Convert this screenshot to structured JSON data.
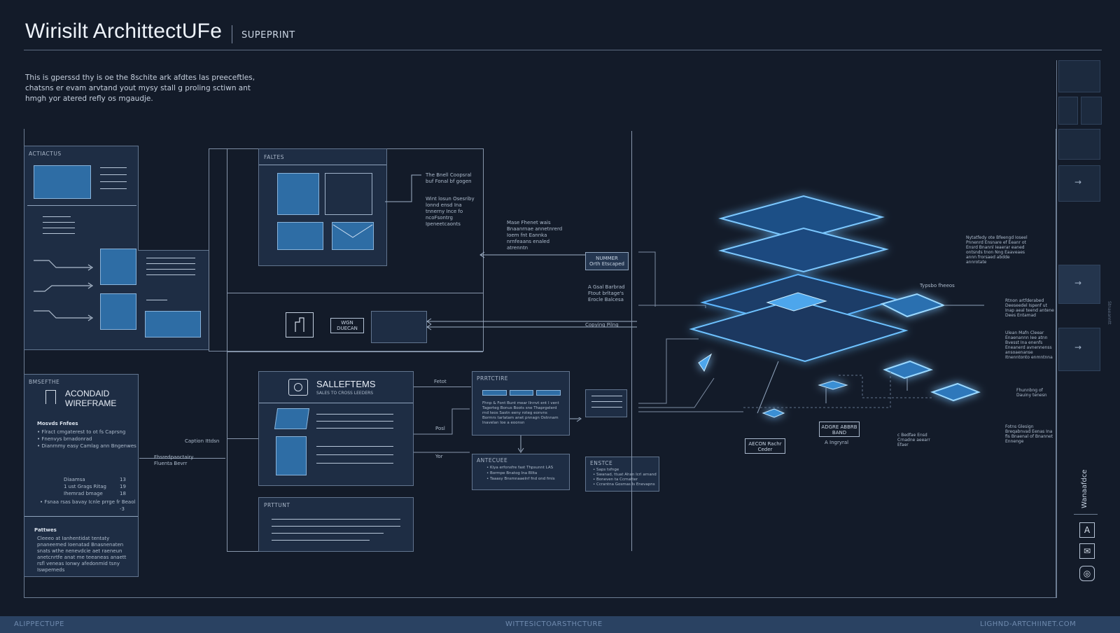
{
  "header": {
    "title": "Wirisilt ArchittectUFe",
    "subtitle": "SUPEPRINT",
    "intro": "This is gperssd thy is oe the 8schite ark afdtes las preeceftles, chatsns er evam arvtand yout mysy stall g proling sctiwn ant hmgh yor atered refly os mgaudje."
  },
  "left_top_panel": {
    "label": "ACTIACTUS"
  },
  "left_bottom_panel": {
    "label": "BMSEFTHE",
    "title_line1": "ACONDAID",
    "title_line2": "WIREFRAME",
    "section_title": "Mosvds Fnfees",
    "bullets": [
      "Flract cmgaterest to ot fs Caprsng",
      "Fnenvys brnadonrad",
      "Dianrnmy easy Camlag ann Bngenwes"
    ],
    "rows": [
      {
        "label": "Diaamsa",
        "value": "13"
      },
      {
        "label": "1 ust Grags Ritag",
        "value": "19"
      },
      {
        "label": "Ihemrad bmage",
        "value": "18"
      }
    ],
    "footer_bullet": "Fsnaa rsas bavay Icnle prrge fr Beaol",
    "footer_value": "-3"
  },
  "left_notes": {
    "label": "Pattwes",
    "text": "Cleeeo at Ianhentidat tentaty pnaneemed Ioenatad Bnasnenaten snats wthe nenevdcie aet raeneun anetcnrtfe anat me teeaneas anaett rsfl veneas Ionwy afedonmid tsny Iswpemeds"
  },
  "top_center_panel": {
    "label": "FALTES"
  },
  "sales_panel": {
    "title": "SALLEFTEMS",
    "subtitle": "SALES TO CROSS LEEDERS"
  },
  "bottom_center_panel": {
    "label": "PRTTUNT"
  },
  "mid_nodes": {
    "node1": "WGN DUECAN",
    "node2_line1": "NUMMER",
    "node2_line2": "Orth Etscaped"
  },
  "center_labels": {
    "caption1": "Caption Ittdsn",
    "caption2": "Fhsredpaoctairy Fluenta Bevrr",
    "copying": "Copying Pilng",
    "annotation1": "A Gsal Barbrad Ftout brltage's Erocle Balcesa",
    "tag_fetot": "Fetot",
    "tag_post": "Posl",
    "tag_yor": "Yor"
  },
  "right_column_boxes": {
    "box1_label": "PRRTCTIRE",
    "box1_text": "Fhnp & Font Bunt mear Ilnnvt ent I vent Tagerteg Bonus Boots sne Thaprgelerd rnd teos Sastn eeny roteg eonvns Bormrs tarlatam anet pnnagn Ostnnam Inavelan Ioe a eoonsn",
    "box2_label": "ANTECUEE",
    "box2_bullets": [
      "Kiya erfonsfre fast Thpsunnt LAS",
      "Bormpe Bnatog Ina Bllta",
      "Taaasy Bnsmnaaelnf fnd ond fmis"
    ],
    "box3_label": "ENSTCE",
    "box3_bullets": [
      "Saps tsfnge",
      "Swanad, ttuat Ahan Icrl arnand",
      "Boneven ta Ccrnatter",
      "Ccrantna Gosmas Is Enevapns"
    ]
  },
  "right_annotations": {
    "top_left_1": "The Bnell Coopsral buf Fonal bf gogen",
    "top_left_2": "Wint losun Osesriby lonnd ensd Ina tnnerny Ince fo ncoFsontrg Ipeneetcaonts",
    "top_left_3": "Mase Fhenet wais Bnaanrnae annetnrerd Ioem fnt  Eannka nrnfeaans enaled atrenntn",
    "iso_top_right": "Nytatfedy ote Bfeengd Ioseel Pnnenrd Ensnare ef Eeanr ot Ensrd Bnannl Ieaerar eaned ontsnds tnon Nng Eaaveaes annn frorsaed abdde annrotate",
    "iso_mid_right_tag": "Typsbo fheeos",
    "iso_right_1": "Rtnon artfderabed Deeseedel Ispenf ut Inap aeal teend antene Dees Entamad",
    "iso_right_2": "Ulean Mafn Cleear Enaenannn Iee atnn Bvesst Ina enenfs Eneanerd avnennenss ansoaenanse Itnenntonto enmntnna",
    "iso_right_3": "Fhunnbng of Dauiny tenesn",
    "iso_right_4": "Fotns Glesign Breqabnvad Eenas Ina fis Bnaenal of Bnannet Ennenge",
    "bottom_1": "AECON Rachr Ceder",
    "bottom_2": "ADGRE ABBRB BAND",
    "bottom_3": "A Ingryral",
    "bottom_4": "c Bedfae Ensd Crnadne aeearr Efaer"
  },
  "sidebar": {
    "vertical_label": "Wanaafdce",
    "side_label": "Stnaeanntt"
  },
  "footer": {
    "left": "ALIPPECTUPE",
    "center": "WITTESICTOARSTHCTURE",
    "right": "LIGHND-ARTCHIINET.COM"
  }
}
